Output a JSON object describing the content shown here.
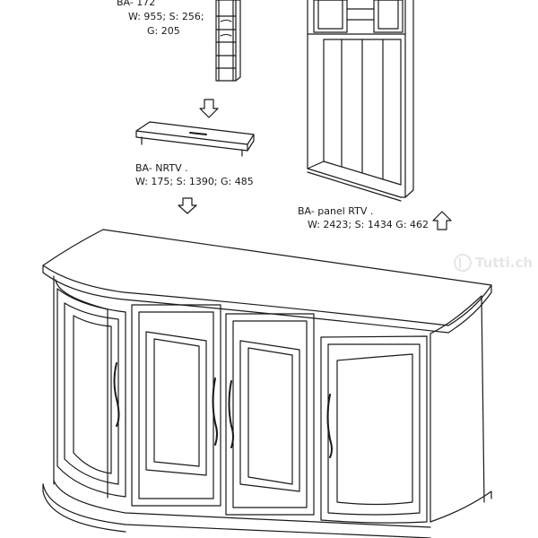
{
  "labels": {
    "ba172": {
      "name": "BA- 172",
      "dims_line1": "W: 955; S: 256;",
      "dims_line2": "G: 205"
    },
    "banrtv": {
      "name": "BA- NRTV .",
      "dims": "W: 175; S: 1390; G: 485"
    },
    "bapanel": {
      "name": "BA- panel RTV .",
      "dims": "W: 2423; S: 1434  G: 462"
    }
  },
  "watermark": "Tutti.ch",
  "icons": [
    "arrow-down-icon",
    "arrow-up-icon",
    "watermark-logo-icon"
  ],
  "colors": {
    "line": "#1a1a1a",
    "background": "#ffffff",
    "watermark": "#e6e6e6"
  }
}
